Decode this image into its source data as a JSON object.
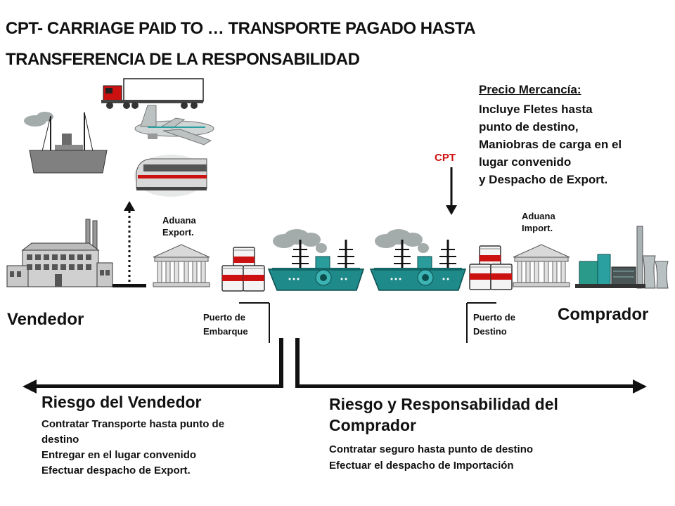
{
  "title_line1": "CPT- CARRIAGE PAID TO … TRANSPORTE PAGADO  HASTA",
  "title_line2": "TRANSFERENCIA DE  LA RESPONSABILIDAD",
  "price": {
    "heading": "Precio Mercancía:",
    "lines": [
      "Incluye Fletes hasta",
      "punto de destino,",
      "Maniobras de carga en el",
      "lugar convenido",
      "y Despacho de Export."
    ]
  },
  "cpt_marker": "CPT",
  "customs_export": [
    "Aduana",
    "Export."
  ],
  "customs_import": [
    "Aduana",
    "Import."
  ],
  "port_shipment": [
    "Puerto de",
    "Embarque"
  ],
  "port_destination": [
    "Puerto de",
    "Destino"
  ],
  "seller": "Vendedor",
  "buyer": "Comprador",
  "seller_risk": {
    "title": "Riesgo del Vendedor",
    "lines": [
      "Contratar Transporte hasta punto de",
      "destino",
      "Entregar en el lugar convenido",
      "Efectuar despacho de Export."
    ]
  },
  "buyer_risk": {
    "title_lines": [
      "Riesgo y Responsabilidad del",
      "Comprador"
    ],
    "lines": [
      "Contratar seguro hasta punto de destino",
      "Efectuar el despacho de Importación"
    ]
  },
  "colors": {
    "ship_hull": "#1f8a8a",
    "smoke": "#9aa3a3",
    "cpt_red": "#d01010",
    "crate_red": "#cc1111",
    "truck_red": "#cc1111"
  },
  "icons": [
    "ship-icon",
    "truck-icon",
    "airplane-icon",
    "train-icon",
    "factory-icon",
    "customs-building-icon",
    "cargo-ship-icon",
    "crates-icon",
    "refinery-icon"
  ]
}
